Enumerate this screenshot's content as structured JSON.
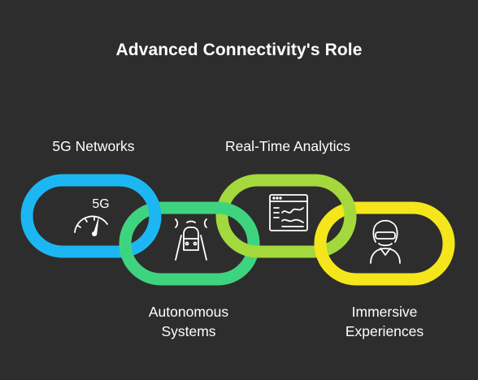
{
  "title": "Advanced Connectivity's Role",
  "links": [
    {
      "label": "5G Networks",
      "icon": "gauge-5g-icon",
      "icon_text": "5G",
      "color": "#1cb7f2"
    },
    {
      "label": "Autonomous\nSystems",
      "icon": "autonomous-car-icon",
      "color": "#3ed47f"
    },
    {
      "label": "Real-Time Analytics",
      "icon": "analytics-dashboard-icon",
      "color": "#a3d93c"
    },
    {
      "label": "Immersive\nExperiences",
      "icon": "vr-headset-person-icon",
      "color": "#f5e61c"
    }
  ]
}
